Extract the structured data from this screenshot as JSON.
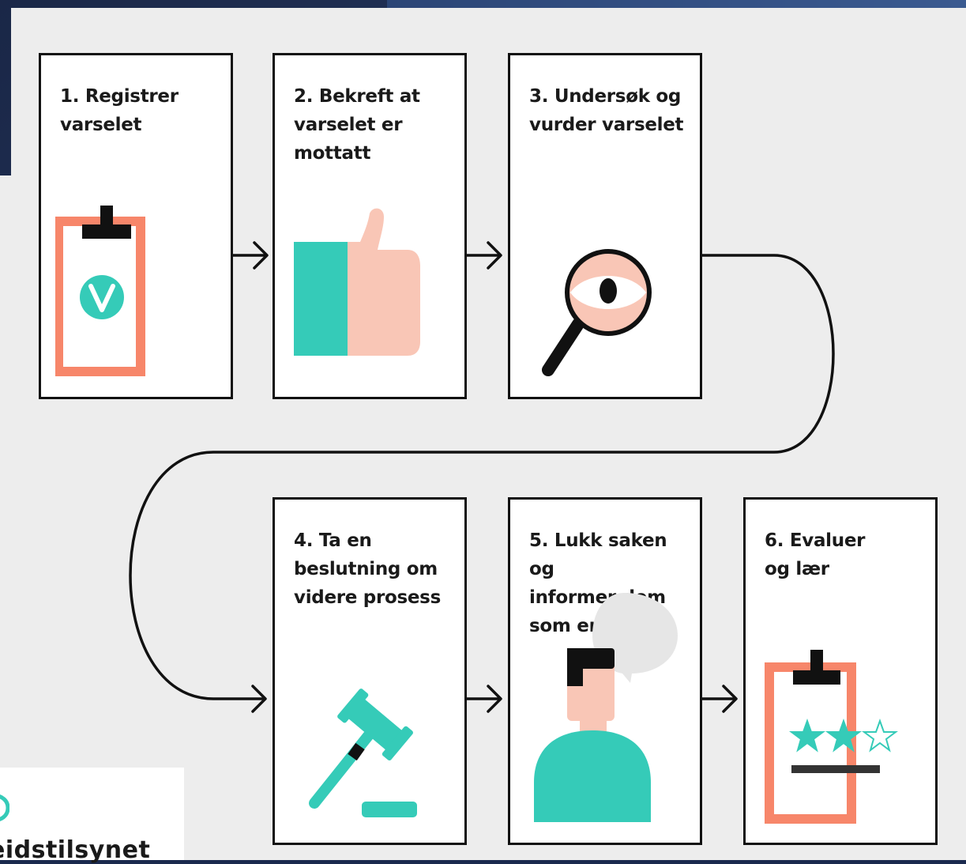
{
  "steps": [
    {
      "label": "1. Registrer\nvarselet",
      "icon": "clipboard-check-icon"
    },
    {
      "label": "2. Bekreft at\nvarselet er\nmottatt",
      "icon": "thumbs-up-icon"
    },
    {
      "label": "3. Undersøk og\nvurder varselet",
      "icon": "magnifier-eye-icon"
    },
    {
      "label": "4. Ta en\nbeslutning om\nvidere prosess",
      "icon": "gavel-icon"
    },
    {
      "label": "5. Lukk saken og\ninformer dem\nsom er berørt",
      "icon": "person-speech-icon"
    },
    {
      "label": "6. Evaluer\nog lær",
      "icon": "clipboard-rating-icon"
    }
  ],
  "logo": {
    "text": "eidstilsynet"
  },
  "colors": {
    "coral": "#f7866a",
    "teal": "#35cbb8",
    "skin": "#f9c6b6",
    "ink": "#111111",
    "speech": "#e6e6e6"
  }
}
